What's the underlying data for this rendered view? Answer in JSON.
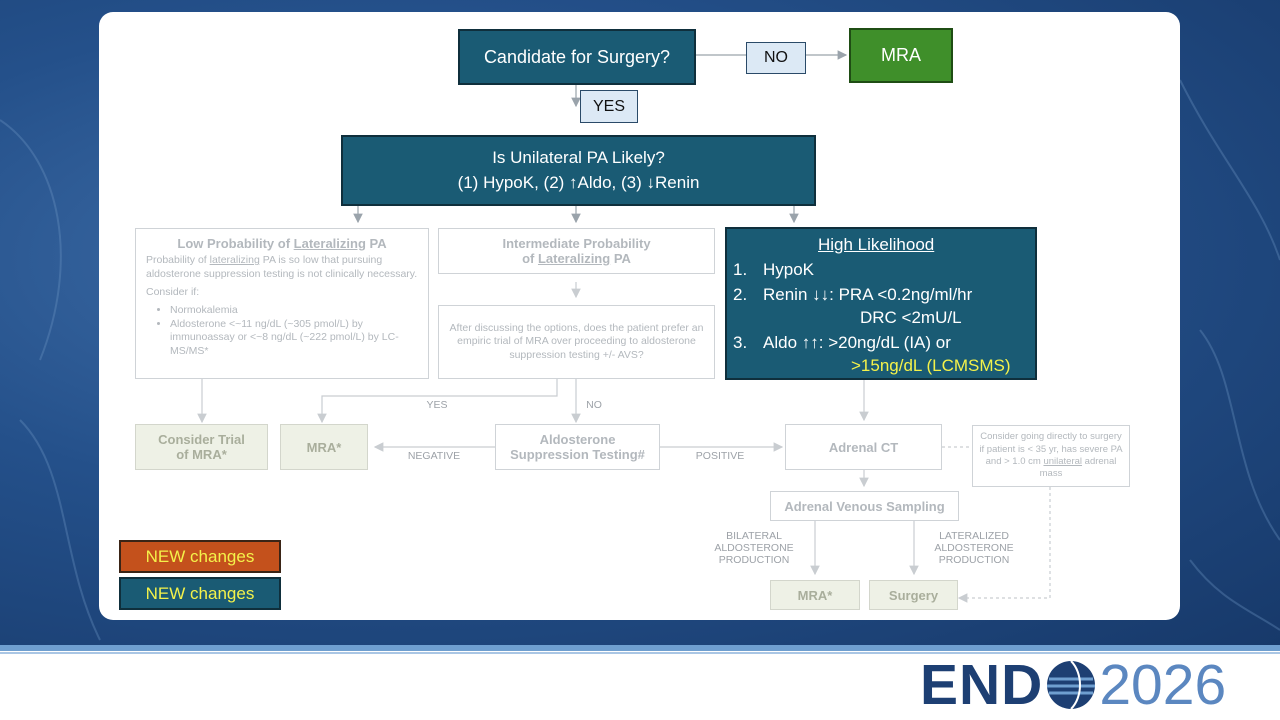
{
  "top": {
    "candidate_question": "Candidate for Surgery?",
    "no_label": "NO",
    "mra_label": "MRA",
    "yes_label": "YES"
  },
  "unilateral": {
    "line1": "Is Unilateral PA Likely?",
    "line2": "(1) HypoK, (2) ↑Aldo, (3) ↓Renin"
  },
  "low": {
    "title_pre": "Low Probability of ",
    "title_u": "Lateralizing",
    "title_post": " PA",
    "desc_pre": "Probability of ",
    "desc_u": "lateralizing",
    "desc_post": " PA is so low that pursuing aldosterone suppression testing is not clinically necessary.",
    "consider": "Consider if:",
    "bullets": [
      "Normokalemia",
      "Aldosterone <~11 ng/dL (~305 pmol/L) by immunoassay or <~8 ng/dL (~222 pmol/L) by LC-MS/MS*"
    ]
  },
  "intermediate": {
    "line1": "Intermediate Probability",
    "line2_pre": "of ",
    "line2_u": "Lateralizing",
    "line2_post": " PA",
    "question": "After discussing the options, does the patient prefer an empiric trial of MRA over proceeding to aldosterone suppression testing +/- AVS?"
  },
  "high": {
    "title": "High Likelihood",
    "item1_num": "1.",
    "item1": "HypoK",
    "item2_num": "2.",
    "item2": "Renin ↓↓: PRA <0.2ng/ml/hr",
    "item2b": "DRC <2mU/L",
    "item3_num": "3.",
    "item3": "Aldo ↑↑: >20ng/dL (IA) or",
    "item3b": ">15ng/dL (LCMSMS)"
  },
  "flow": {
    "yes": "YES",
    "no": "NO",
    "negative": "NEGATIVE",
    "positive": "POSITIVE",
    "consider_trial": "Consider Trial of MRA*",
    "mra_star": "MRA*",
    "aldo_suppression": "Aldosterone Suppression Testing#",
    "adrenal_ct": "Adrenal CT",
    "direct_note_pre": "Consider going directly to surgery if patient is < 35 yr, has severe PA and > 1.0 cm ",
    "direct_note_u": "unilateral",
    "direct_note_post": " adrenal mass",
    "avs": "Adrenal Venous Sampling",
    "bilateral": "BILATERAL ALDOSTERONE PRODUCTION",
    "lateralized": "LATERALIZED ALDOSTERONE PRODUCTION",
    "mra_bottom": "MRA*",
    "surgery": "Surgery"
  },
  "legend": {
    "orange_label": "NEW changes",
    "teal_label": "NEW changes",
    "orange_color": "#c4511c",
    "teal_color": "#1a5b74",
    "text_color": "#f4f24a"
  },
  "logo": {
    "endo": "END",
    "year": "2026"
  }
}
